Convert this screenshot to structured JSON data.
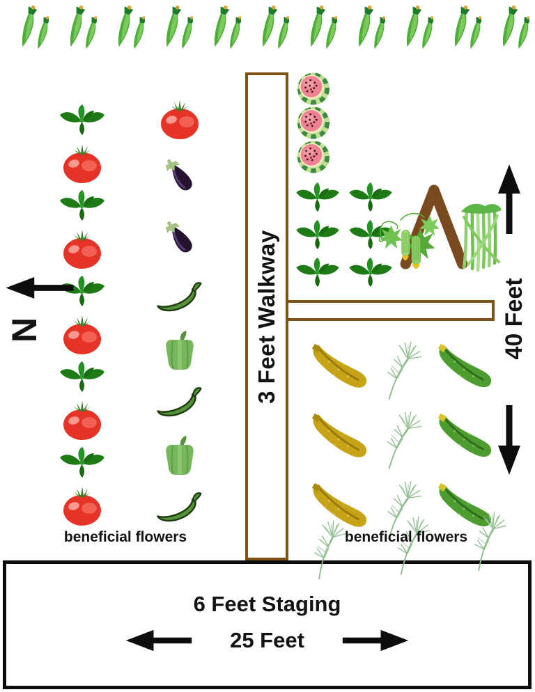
{
  "colors": {
    "walkway": "#7d5418",
    "trellis": "#7a4a1e",
    "arrow": "#0d0d0d",
    "staging_border": "#0d0d0d",
    "text": "#131313"
  },
  "labels": {
    "walkway": "3 Feet Walkway",
    "staging_title": "6 Feet Staging",
    "staging_width": "25 Feet",
    "bed_height": "40 Feet",
    "north": "N",
    "beneficial_flowers_left": "beneficial flowers",
    "beneficial_flowers_right": "beneficial flowers"
  },
  "okra_row": [
    "okra-pair",
    "okra-pair",
    "okra-pair",
    "okra-pair",
    "okra-pair",
    "okra-pair",
    "okra-pair",
    "okra-pair",
    "okra-pair",
    "okra-pair",
    "okra-pair"
  ],
  "left_bed": {
    "column1": [
      "basil",
      "tomato",
      "basil",
      "tomato",
      "basil",
      "tomato",
      "basil",
      "tomato",
      "basil",
      "tomato"
    ],
    "column2": [
      "tomato",
      "eggplant",
      "eggplant",
      "chili",
      "bellpepper",
      "chili",
      "bellpepper",
      "chili"
    ]
  },
  "right_bed_top": {
    "watermelons": [
      "watermelon",
      "watermelon",
      "watermelon"
    ],
    "basil_grid": [
      "basil",
      "basil",
      "basil",
      "basil",
      "basil",
      "basil"
    ],
    "structures": [
      "trellis",
      "cucumber-vine",
      "green-beans"
    ]
  },
  "right_bed_bottom": {
    "grid": [
      "squash-yellow",
      "dill",
      "zucchini-green",
      "squash-yellow",
      "dill",
      "zucchini-green",
      "squash-yellow",
      "dill",
      "zucchini-green"
    ],
    "border_dill": [
      "dill",
      "dill",
      "dill"
    ]
  }
}
